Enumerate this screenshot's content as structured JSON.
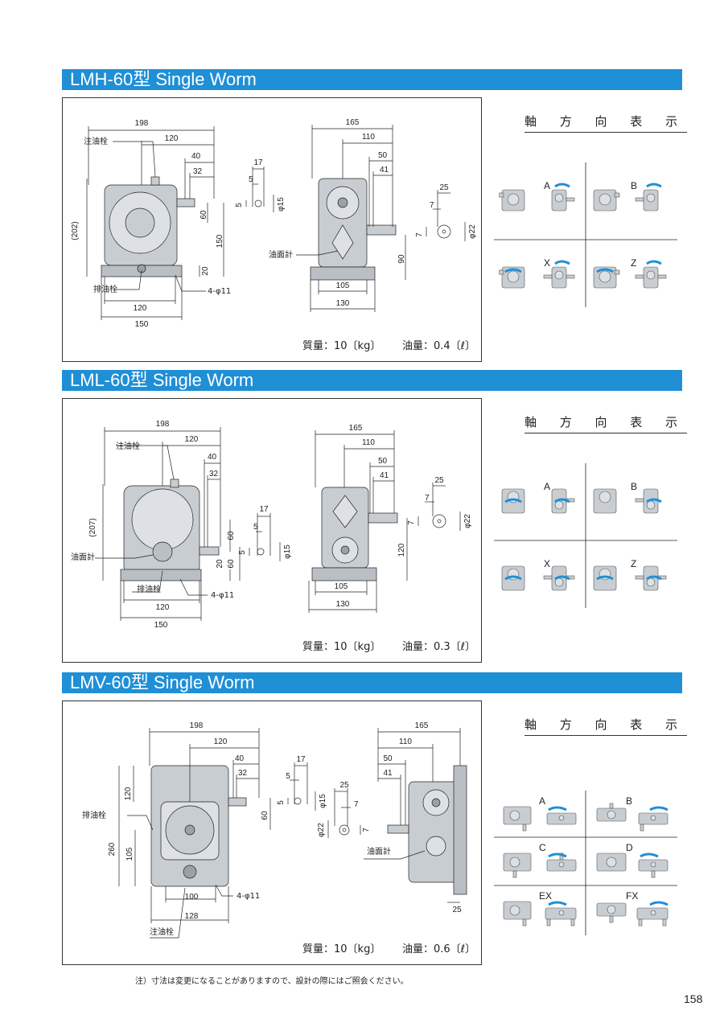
{
  "sections": [
    {
      "title": "LMH-60型 Single Worm",
      "mass_label": "質量：10〔kg〕",
      "oil_label": "油量：0.4〔ℓ〕",
      "axis_title": "軸 方 向 表 示",
      "axis_labels": [
        "A",
        "B",
        "X",
        "Z"
      ],
      "callouts": {
        "fill": "注油栓",
        "drain": "排油栓",
        "gauge": "油面計",
        "holes": "4-φ11"
      },
      "dims": {
        "d198": "198",
        "d120a": "120",
        "d40": "40",
        "d32": "32",
        "d202": "(202)",
        "d60": "60",
        "d150v": "150",
        "d20": "20",
        "d120b": "120",
        "d150h": "150",
        "d17": "17",
        "d5a": "5",
        "d5b": "5",
        "d15": "φ15",
        "d165": "165",
        "d110": "110",
        "d50": "50",
        "d41": "41",
        "d25": "25",
        "d7a": "7",
        "d7b": "7",
        "d22": "φ22",
        "d90": "90",
        "d105": "105",
        "d130": "130"
      }
    },
    {
      "title": "LML-60型 Single Worm",
      "mass_label": "質量：10〔kg〕",
      "oil_label": "油量：0.3〔ℓ〕",
      "axis_title": "軸 方 向 表 示",
      "axis_labels": [
        "A",
        "B",
        "X",
        "Z"
      ],
      "callouts": {
        "fill": "注油栓",
        "drain": "排油栓",
        "gauge": "油面計",
        "holes": "4-φ11"
      },
      "dims": {
        "d198": "198",
        "d120a": "120",
        "d40": "40",
        "d32": "32",
        "d207": "(207)",
        "d60a": "60",
        "d20": "20",
        "d60b": "60",
        "d120b": "120",
        "d150h": "150",
        "d17": "17",
        "d5a": "5",
        "d5b": "5",
        "d15": "φ15",
        "d165": "165",
        "d110": "110",
        "d50": "50",
        "d41": "41",
        "d25": "25",
        "d7a": "7",
        "d7b": "7",
        "d22": "φ22",
        "d120v": "120",
        "d105": "105",
        "d130": "130"
      }
    },
    {
      "title": "LMV-60型 Single Worm",
      "mass_label": "質量：10〔kg〕",
      "oil_label": "油量：0.6〔ℓ〕",
      "axis_title": "軸 方 向 表 示",
      "axis_labels": [
        "A",
        "B",
        "C",
        "D",
        "EX",
        "FX"
      ],
      "callouts": {
        "fill": "注油栓",
        "drain": "排油栓",
        "gauge": "油面計",
        "holes": "4-φ11"
      },
      "dims": {
        "d198": "198",
        "d120a": "120",
        "d40": "40",
        "d32": "32",
        "d120v": "120",
        "d260": "260",
        "d105v": "105",
        "d60": "60",
        "d100": "100",
        "d128": "128",
        "d17": "17",
        "d5a": "5",
        "d5b": "5",
        "d15": "φ15",
        "d25a": "25",
        "d7a": "7",
        "d7b": "7",
        "d22": "φ22",
        "d165": "165",
        "d110": "110",
        "d50": "50",
        "d41": "41",
        "d25b": "25"
      }
    }
  ],
  "footnote": "注）寸法は変更になることがありますので、設計の際にはご照会ください。",
  "page_number": "158",
  "colors": {
    "band": "#1f8fd6",
    "arrow": "#1f8fd6",
    "body": "#c8cdd2",
    "line": "#222222"
  }
}
